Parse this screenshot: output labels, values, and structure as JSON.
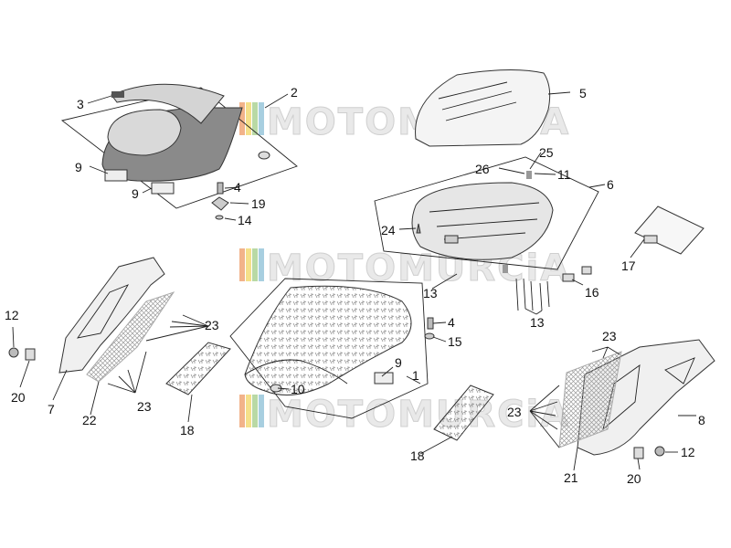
{
  "watermark": {
    "text": "MOTOMURCiA",
    "colors": [
      "#f2b38a",
      "#f5e08a",
      "#b9d9a5",
      "#a8cfe0"
    ]
  },
  "labels": {
    "l1": "1",
    "l2": "2",
    "l3": "3",
    "l4a": "4",
    "l4b": "4",
    "l5": "5",
    "l6": "6",
    "l7": "7",
    "l8": "8",
    "l9a": "9",
    "l9b": "9",
    "l9c": "9",
    "l10": "10",
    "l11": "11",
    "l12a": "12",
    "l12b": "12",
    "l13a": "13",
    "l13b": "13",
    "l14": "14",
    "l15": "15",
    "l16": "16",
    "l17": "17",
    "l18a": "18",
    "l18b": "18",
    "l19": "19",
    "l20a": "20",
    "l20b": "20",
    "l21": "21",
    "l22": "22",
    "l23a": "23",
    "l23b": "23",
    "l23c": "23",
    "l23d": "23",
    "l24": "24",
    "l25": "25",
    "l26": "26"
  },
  "colors": {
    "line": "#222222",
    "seat": "#d9d9d9",
    "seat_dark": "#8a8a8a",
    "mesh": "#9a9a9a"
  }
}
